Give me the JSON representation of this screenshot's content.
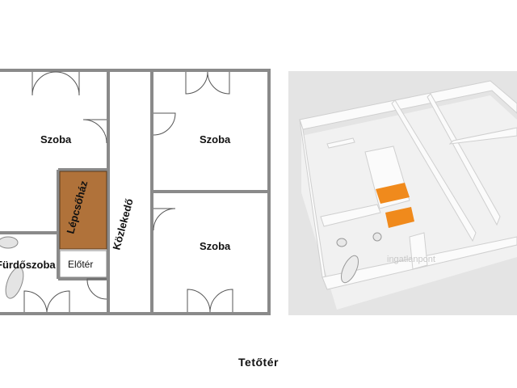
{
  "floorplan": {
    "rooms": {
      "szoba_top_left": "Szoba",
      "szoba_top_right": "Szoba",
      "szoba_bottom_right": "Szoba",
      "lepcsohaz": "Lépcsőház",
      "kozlekedo": "Közlekedő",
      "furdoszoba": "Fürdőszoba",
      "eloter": "Előtér"
    },
    "colors": {
      "wall": "#8a8a8a",
      "stair": "#b0723a",
      "fixture": "#d9d9d9"
    }
  },
  "render3d": {
    "watermark": "ingatlanpont",
    "colors": {
      "background": "#e4e4e4",
      "wall": "#f7f7f7",
      "floor": "#eeeeee",
      "accent": "#f08a1c"
    }
  },
  "caption": "Tetőtér"
}
